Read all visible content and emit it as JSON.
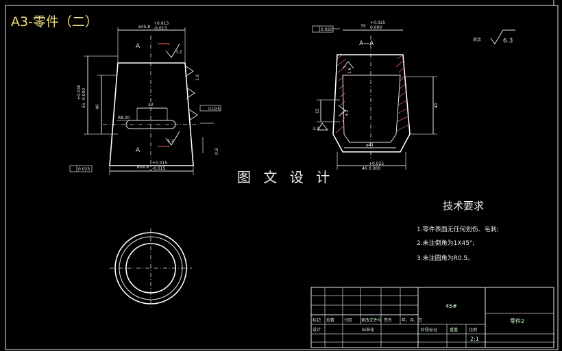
{
  "title": "A3-零件（二）",
  "watermark": "图 文 设 计",
  "front_view": {
    "top_dim": "ø45.8",
    "top_tol_upper": "+0.013",
    "top_tol_lower": "-0.013",
    "section_marker_top": "A",
    "section_marker_bottom": "A",
    "roughness_top": "3.2",
    "roughness_bottom": "3.2",
    "left_dim_outer": "55",
    "left_tol_upper": "+0.030",
    "left_tol_lower": "0.000",
    "left_dim_inner": "40",
    "mid_dim": "22",
    "slot_label": "R8.00",
    "bottom_dim": "ø54.8",
    "bottom_tol_upper": "+0.015",
    "bottom_tol_lower": "-0.015",
    "datum_frame_bottom": "0.025",
    "datum_frame_right": "0.025",
    "side_small_dim": "1.6",
    "side_tol": "0.8"
  },
  "section_view": {
    "section_label": "A—A",
    "datum_frame": "0.020",
    "top_dim": "35",
    "top_tol_upper": "+0.025",
    "top_tol_lower": "0.000",
    "height_dim": "40",
    "left_dim": "15",
    "roughness": "3.2",
    "inner_dim": "ø41",
    "bottom_dim": "46",
    "bottom_tol_upper": "+0.025",
    "bottom_tol_lower": "0.000",
    "small_mark_1": "1.6",
    "small_mark_2": "3.2"
  },
  "roughness_note": {
    "label": "其余",
    "value": "6.3"
  },
  "tech_req": {
    "heading": "技术要求",
    "items": [
      "1.零件表面无任何划伤、毛刺;",
      "2.未注倒角为1X45°;",
      "3.未注圆角为R0.5。"
    ]
  },
  "title_block": {
    "material": "45#",
    "part_name": "零件2",
    "row_labels": [
      "标记",
      "处数",
      "分区",
      "更改文件号",
      "签名",
      "年、月、日"
    ],
    "designer": "设计",
    "standardization": "标准化",
    "stage_mark": "阶段标记",
    "weight": "重量",
    "scale_label": "比例",
    "scale_value": "2:1"
  }
}
